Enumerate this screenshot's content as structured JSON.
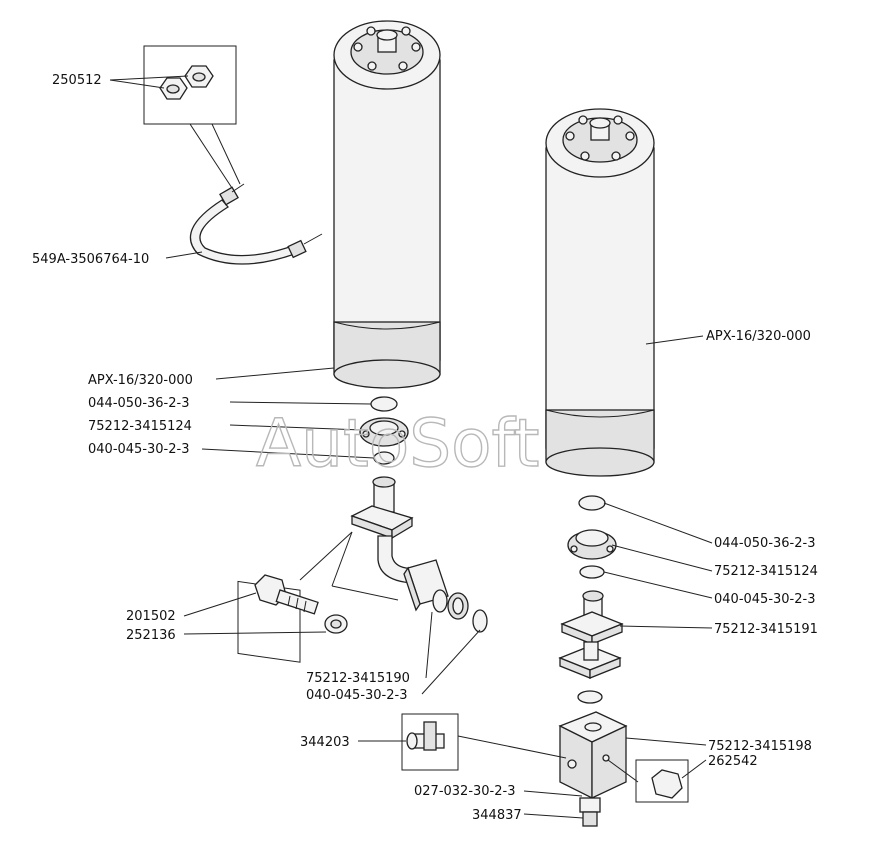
{
  "watermark": "AutoSoft",
  "labels": {
    "l250512": "250512",
    "l549a": "549A-3506764-10",
    "lapx_left": "APX-16/320-000",
    "l044_left": "044-050-36-2-3",
    "l124_left": "75212-3415124",
    "l040_left": "040-045-30-2-3",
    "l201502": "201502",
    "l252136": "252136",
    "l190": "75212-3415190",
    "l040_mid": "040-045-30-2-3",
    "l344203": "344203",
    "l027": "027-032-30-2-3",
    "l344837": "344837",
    "lapx_right": "APX-16/320-000",
    "l044_right": "044-050-36-2-3",
    "l124_right": "75212-3415124",
    "l040_right": "040-045-30-2-3",
    "l191": "75212-3415191",
    "l198": "75212-3415198",
    "l262542": "262542"
  }
}
